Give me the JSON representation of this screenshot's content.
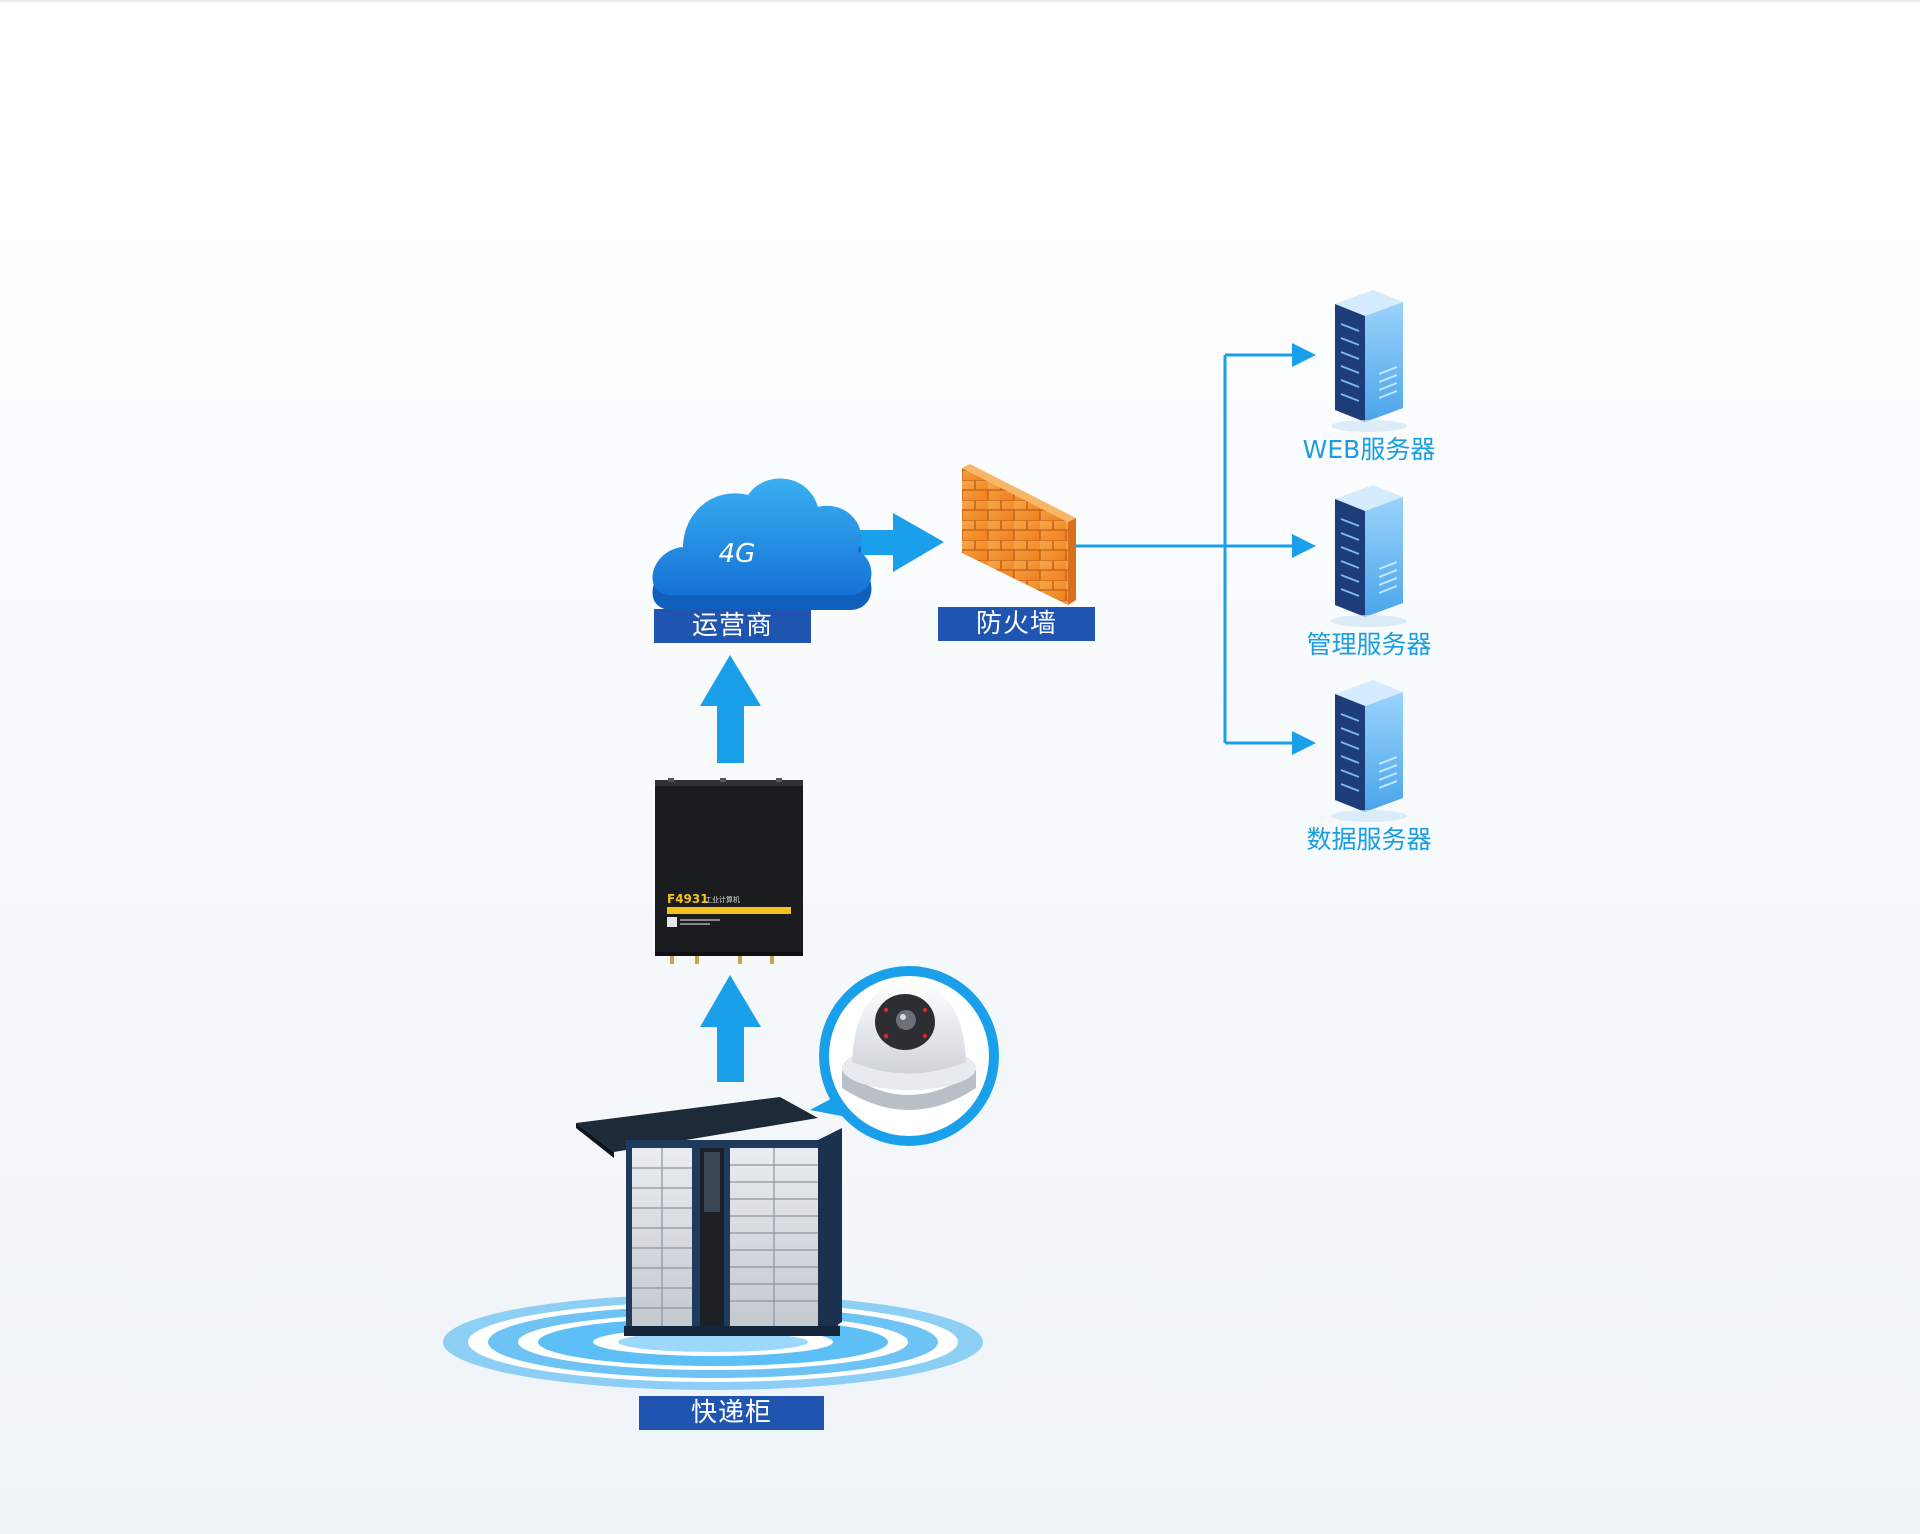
{
  "colors": {
    "accent": "#1aa0ea",
    "label_bg": "#1f55b0",
    "server_text": "#1a9de2",
    "firewall": "#f3922b"
  },
  "nodes": {
    "cloud": {
      "text": "4G",
      "label": "运营商",
      "icon": "cloud-icon"
    },
    "firewall": {
      "label": "防火墙",
      "icon": "brick-wall-icon"
    },
    "computer": {
      "model": "F4931",
      "subtitle": "工业计算机",
      "icon": "industrial-computer-icon"
    },
    "camera": {
      "icon": "dome-camera-icon"
    },
    "locker": {
      "label": "快递柜",
      "icon": "parcel-locker-icon"
    }
  },
  "servers": [
    {
      "label": "WEB服务器",
      "icon": "server-rack-icon"
    },
    {
      "label": "管理服务器",
      "icon": "server-rack-icon"
    },
    {
      "label": "数据服务器",
      "icon": "server-rack-icon"
    }
  ]
}
